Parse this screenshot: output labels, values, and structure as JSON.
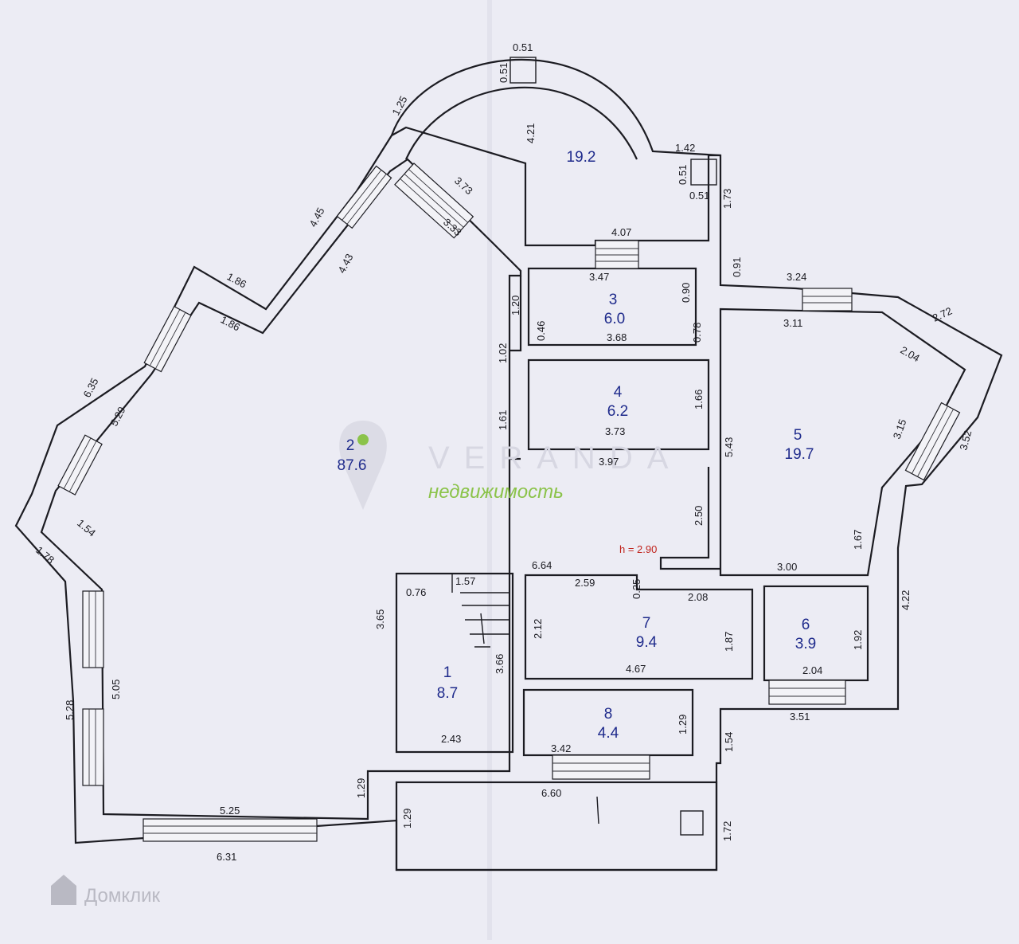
{
  "plan": {
    "height_label": "h = 2.90",
    "rooms": [
      {
        "num": "1",
        "area": "8.7"
      },
      {
        "num": "2",
        "area": "87.6"
      },
      {
        "num": "3",
        "area": "6.0"
      },
      {
        "num": "4",
        "area": "6.2"
      },
      {
        "num": "5",
        "area": "19.7"
      },
      {
        "num": "6",
        "area": "3.9"
      },
      {
        "num": "7",
        "area": "9.4"
      },
      {
        "num": "8",
        "area": "4.4"
      },
      {
        "num": "",
        "area": "19.2"
      }
    ],
    "dims": {
      "bay_a": "0.51",
      "bay_b": "0.51",
      "bay_c": "0.51",
      "bay_d": "0.51",
      "bay_radius": "4.21",
      "bay_top_left": "1.25",
      "bay_right": "1.42",
      "bay_right_side": "1.73",
      "stair_a": "3.73",
      "stair_b": "3.33",
      "r4_top": "4.07",
      "r3_top": "3.47",
      "r3_right": "0.90",
      "r3_left": "1.20",
      "r3_wall_left": "0.46",
      "r3_bottom": "3.68",
      "r3_wall_right": "0.78",
      "wall_091": "0.91",
      "r5_top": "3.24",
      "r5_top_in": "3.11",
      "r5_diag_out": "2.72",
      "r5_diag_in": "2.04",
      "r5_win_in": "3.15",
      "r5_win_out": "3.52",
      "r4_left_top": "1.02",
      "r4_left": "1.61",
      "r4_right": "1.66",
      "r4_bottom": "3.73",
      "r2_step": "3.97",
      "r5_left": "5.43",
      "col_250": "2.50",
      "r5_lower": "1.67",
      "r5_bottom": "3.00",
      "ext_right": "4.22",
      "left_4_45": "4.45",
      "left_4_43": "4.43",
      "left_1_86a": "1.86",
      "left_1_86b": "1.86",
      "left_6_35": "6.35",
      "left_5_29": "5.29",
      "left_1_54": "1.54",
      "left_1_78": "1.78",
      "left_5_05": "5.05",
      "left_5_28": "5.28",
      "bottom_5_25": "5.25",
      "bottom_6_31": "6.31",
      "r1_left": "3.65",
      "r1_wall_0_76": "0.76",
      "r1_stair": "1.57",
      "r1_right": "3.66",
      "r1_bottom": "2.43",
      "r2_bottom_1_29": "1.29",
      "r7_top": "6.64",
      "r7_top_in": "2.59",
      "r7_wall": "0.25",
      "r7_right_top": "2.08",
      "r7_left": "2.12",
      "r7_right": "1.87",
      "r7_bottom": "4.67",
      "r6_right": "1.92",
      "r6_bottom": "2.04",
      "r6_out": "3.51",
      "r8_right": "1.29",
      "r8_bottom": "3.42",
      "r8_out_right": "1.54",
      "porch_top": "6.60",
      "porch_left": "1.29",
      "porch_right": "1.72"
    }
  },
  "watermark": {
    "brand_word": "VERANDA",
    "brand_sub": "недвижимость",
    "source_logo": "Домклик",
    "colors": {
      "sub": "#8bc34a",
      "number": "#1f2b8c",
      "height": "#c0221b"
    }
  }
}
